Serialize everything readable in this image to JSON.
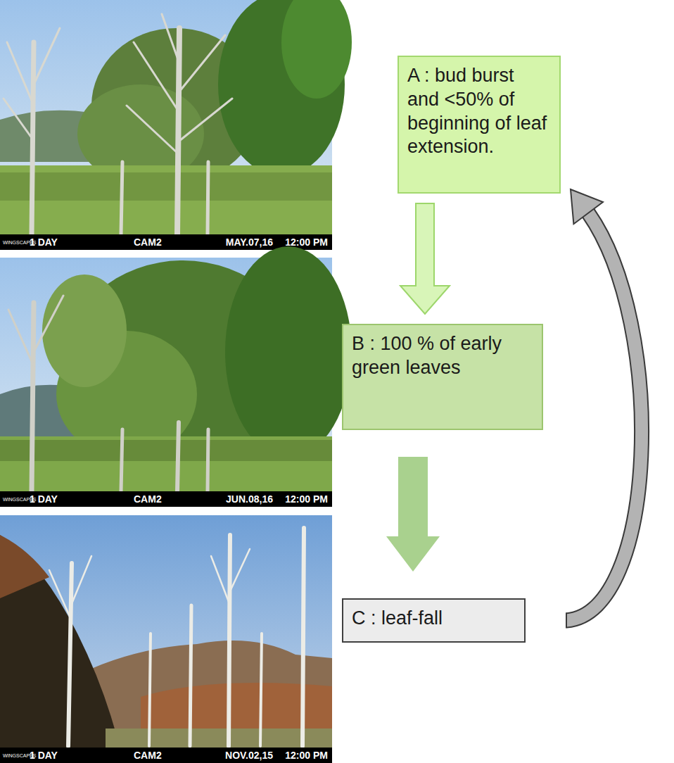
{
  "diagram": {
    "nodes": [
      {
        "text": [
          "A : bud burst and <50% of beginning of leaf extension."
        ]
      },
      {
        "text": [
          "B : 100 % of early green leaves"
        ]
      },
      {
        "text": [
          "C : leaf-fall"
        ]
      }
    ],
    "edges": [
      {
        "from": 0,
        "to": 1,
        "arrow": "to"
      },
      {
        "from": 1,
        "to": 2,
        "arrow": "to"
      },
      {
        "from": 2,
        "to": 0,
        "arrow": "to"
      }
    ],
    "labels": [
      "WINGSCAPES",
      "1 DAY",
      "CAM2",
      "MAY.07,16",
      "12:00 PM",
      "WINGSCAPES",
      "1 DAY",
      "CAM2",
      "JUN.08,16",
      "12:00 PM",
      "WINGSCAPES",
      "1 DAY",
      "CAM2",
      "NOV.02,15",
      "12:00 PM"
    ]
  }
}
